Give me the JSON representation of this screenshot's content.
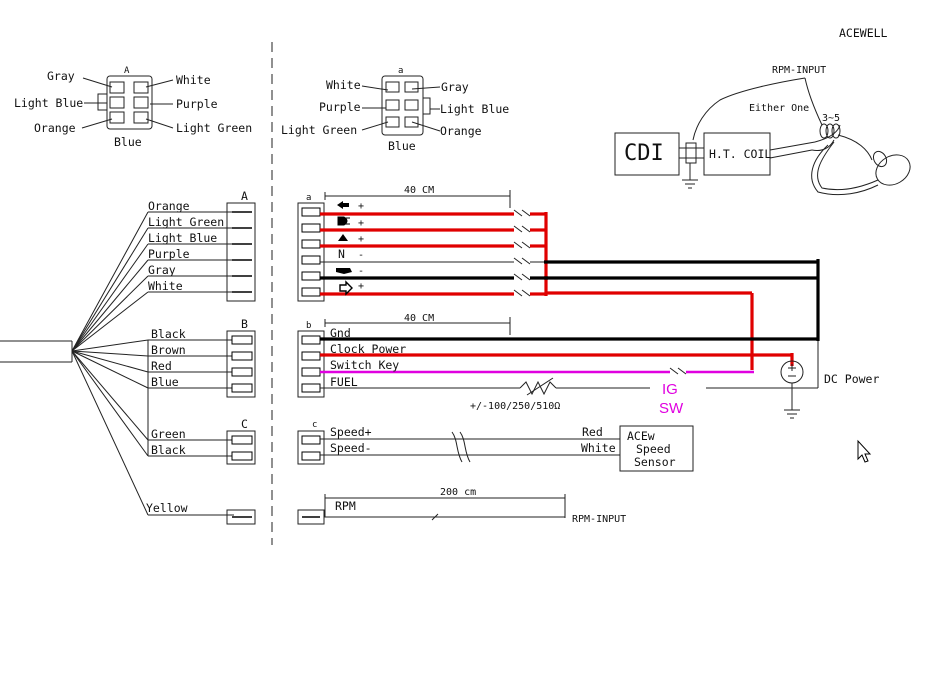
{
  "brand": "ACEWELL",
  "connector_views": {
    "a_letter": "A",
    "a_bottom": "Blue",
    "a_left": [
      "Gray",
      "Light Blue",
      "Orange"
    ],
    "a_right": [
      "White",
      "Purple",
      "Light Green"
    ],
    "b_letter": "a",
    "b_bottom": "Blue",
    "b_left": [
      "White",
      "Purple",
      "Light Green"
    ],
    "b_right": [
      "Gray",
      "Light Blue",
      "Orange"
    ]
  },
  "ignition": {
    "rpm_input": "RPM-INPUT",
    "either_one": "Either One",
    "turns": "3~5",
    "cdi": "CDI",
    "ht_coil": "H.T. COIL"
  },
  "harness": {
    "conn_a": "A",
    "conn_b": "B",
    "conn_c": "C",
    "a_wires": [
      "Orange",
      "Light Green",
      "Light Blue",
      "Purple",
      "Gray",
      "White"
    ],
    "b_wires": [
      "Black",
      "Brown",
      "Red",
      "Blue"
    ],
    "c_wires": [
      "Green",
      "Black"
    ],
    "yellow": "Yellow"
  },
  "device": {
    "conn_a": "a",
    "conn_b": "b",
    "conn_c": "c",
    "len_a": "40 CM",
    "len_b": "40 CM",
    "len_rpm": "200 cm",
    "a_signs": [
      "+",
      "+",
      "+",
      "-",
      "-",
      "+"
    ],
    "neutral": "N",
    "b_labels": [
      "Gnd",
      "Clock Power",
      "Switch Key",
      "FUEL"
    ],
    "fuel_res": "+/-100/250/510Ω",
    "ig": "IG",
    "sw": "SW",
    "dc_power": "DC Power",
    "c_labels": [
      "Speed+",
      "Speed-"
    ],
    "c_colors": [
      "Red",
      "White"
    ],
    "sensor": [
      "ACEw",
      "Speed",
      "Sensor"
    ],
    "rpm": "RPM",
    "rpm_end": "RPM-INPUT"
  },
  "colors": {
    "red": "#e00000",
    "black": "#000000",
    "magenta": "#e000e0"
  }
}
